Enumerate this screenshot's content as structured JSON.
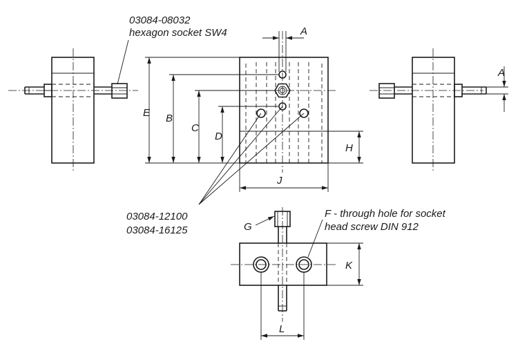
{
  "callouts": {
    "hex_part": "03084-08032",
    "hex_desc": "hexagon socket SW4",
    "screw_part_1": "03084-12100",
    "screw_part_2": "03084-16125",
    "through_hole_line1": "F - through hole for socket",
    "through_hole_line2": "head screw DIN 912"
  },
  "dimensions": {
    "A": "A",
    "B": "B",
    "C": "C",
    "D": "D",
    "E": "E",
    "G": "G",
    "H": "H",
    "J": "J",
    "K": "K",
    "L": "L"
  }
}
